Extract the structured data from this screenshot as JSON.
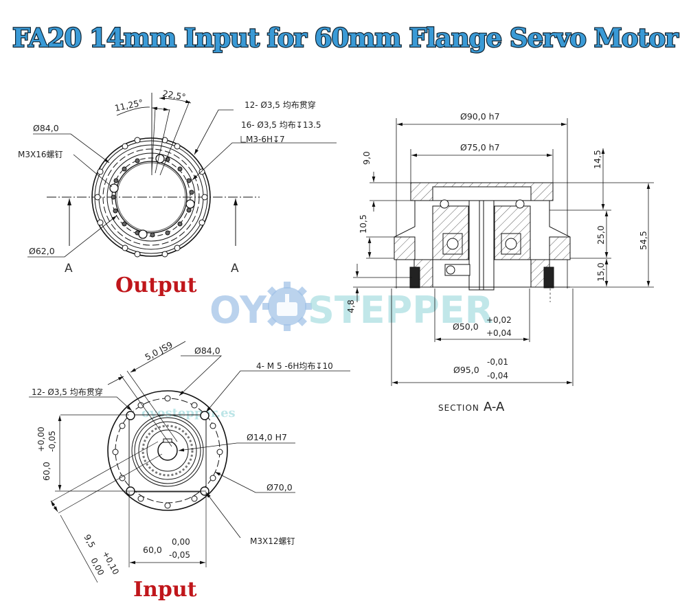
{
  "title": "FA20 14mm Input for 60mm Flange Servo Motor",
  "colors": {
    "title_fill": "#3a9ad6",
    "title_stroke": "#0f2230",
    "label_red": "#c0161b",
    "line": "#111111"
  },
  "watermark": {
    "left": "OY",
    "right": "STEPPER",
    "small_1": "oyostepper.es",
    "small_2": "oyostepper.es",
    "logo_icon": "stepper-motor-gear-icon"
  },
  "output_view": {
    "label": "Output",
    "section_marks": [
      "A",
      "A"
    ],
    "angle_small": "11,25°",
    "angle_large": "22,5°",
    "dia_outer": "Ø84,0",
    "dia_inner": "Ø62,0",
    "screw": "M3X16螺钉",
    "holes_through": "12-  Ø3,5  均布贯穿",
    "holes_blind": "16-  Ø3,5  均布↧13.5",
    "thread": "M3-6H↧7"
  },
  "input_view": {
    "label": "Input",
    "keyway": "5,0  JS9",
    "dia_outer": "Ø84,0",
    "tapped_holes": "4-  M 5  -6H均布↧10",
    "holes_through": "12-  Ø3,5  均布贯穿",
    "bore": "Ø14,0  H7",
    "pilot": "Ø70,0",
    "screw": "M3X12螺钉",
    "square_v": "60,0",
    "square_v_tol_upper": "+0,00",
    "square_v_tol_lower": "-0,05",
    "square_h": "60,0",
    "square_h_tol_upper": "0,00",
    "square_h_tol_lower": "-0,05",
    "key_depth": "9,5",
    "key_depth_tol_upper": "+0,10",
    "key_depth_tol_lower": "0,00"
  },
  "section_view": {
    "caption_small": "SECTION",
    "caption_big": "A-A",
    "dia_90": "Ø90,0  h7",
    "dia_75": "Ø75,0  h7",
    "dia_50": "Ø50,0",
    "dia_50_tol_upper": "+0,02",
    "dia_50_tol_lower": "+0,04",
    "dia_95": "Ø95,0",
    "dia_95_tol_upper": "-0,01",
    "dia_95_tol_lower": "-0,04",
    "h_9": "9,0",
    "h_10_5": "10,5",
    "h_4_8": "4,8",
    "h_14_5": "14,5",
    "h_25": "25,0",
    "h_15": "15,0",
    "h_54_5": "54,5"
  }
}
